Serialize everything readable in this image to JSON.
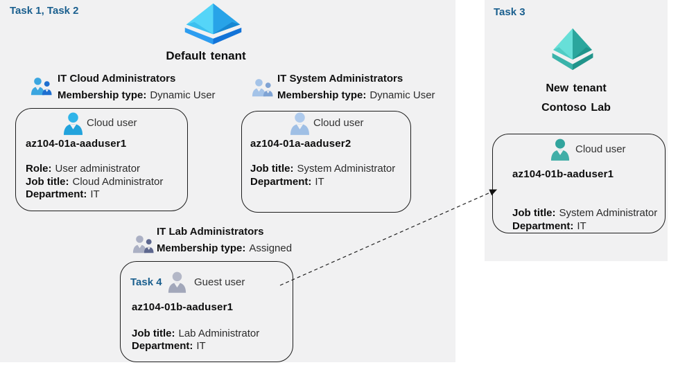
{
  "colors": {
    "panel_bg": "#f1f1f2",
    "task_blue": "#1a5f8e",
    "tenant_icon_blue_light": "#55d5f8",
    "tenant_icon_blue_dark": "#28a3e8",
    "tenant_icon_teal_light": "#67dfd8",
    "tenant_icon_teal_dark": "#2aa69d",
    "user_blue": "#29ace4",
    "user_light_blue": "#a4c3e8",
    "user_gray": "#a9adc0",
    "user_teal": "#35a8a1"
  },
  "icons": {
    "tenant": "azure-ad-diamond",
    "group": "two-people-silhouette",
    "user": "person-silhouette"
  },
  "tenants": {
    "default": {
      "task_label": "Task 1, Task 2",
      "title": "Default tenant",
      "groups": [
        {
          "name": "IT Cloud Administrators",
          "membership_label": "Membership type:",
          "membership_value": "Dynamic User"
        },
        {
          "name": "IT System Administrators",
          "membership_label": "Membership type:",
          "membership_value": "Dynamic User"
        },
        {
          "name": "IT Lab Administrators",
          "membership_label": "Membership type:",
          "membership_value": "Assigned"
        }
      ],
      "users": [
        {
          "type_label": "Cloud user",
          "name": "az104-01a-aaduser1",
          "attrs": [
            {
              "label": "Role:",
              "value": "User administrator"
            },
            {
              "label": "Job title:",
              "value": "Cloud Administrator"
            },
            {
              "label": "Department:",
              "value": "IT"
            }
          ]
        },
        {
          "type_label": "Cloud user",
          "name": "az104-01a-aaduser2",
          "attrs": [
            {
              "label": "Job title:",
              "value": "System Administrator"
            },
            {
              "label": "Department:",
              "value": "IT"
            }
          ]
        },
        {
          "task_label": "Task 4",
          "type_label": "Guest user",
          "name": "az104-01b-aaduser1",
          "attrs": [
            {
              "label": "Job title:",
              "value": "Lab Administrator"
            },
            {
              "label": "Department:",
              "value": "IT"
            }
          ]
        }
      ]
    },
    "new": {
      "task_label": "Task 3",
      "title_line1": "New tenant",
      "title_line2": "Contoso Lab",
      "user": {
        "type_label": "Cloud user",
        "name": "az104-01b-aaduser1",
        "attrs": [
          {
            "label": "Job title:",
            "value": "System Administrator"
          },
          {
            "label": "Department:",
            "value": "IT"
          }
        ]
      }
    }
  }
}
